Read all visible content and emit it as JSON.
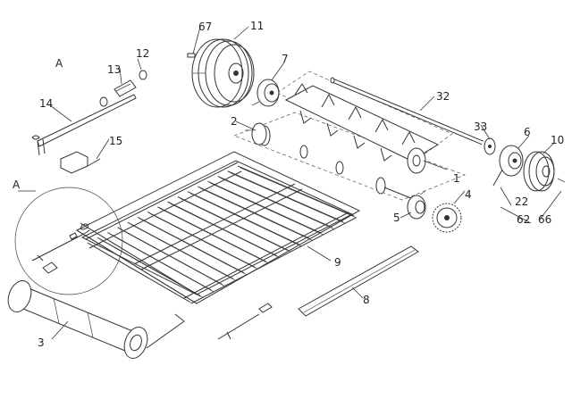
{
  "labels": {
    "a_top": "A",
    "a_circle": "A",
    "p1": "1",
    "p2": "2",
    "p3": "3",
    "p4": "4",
    "p5": "5",
    "p6": "6",
    "p7": "7",
    "p8": "8",
    "p9": "9",
    "p10": "10",
    "p11": "11",
    "p12": "12",
    "p13": "13",
    "p14": "14",
    "p15": "15",
    "p22": "22",
    "p32": "32",
    "p33": "33",
    "p62": "62",
    "p66": "66",
    "p67": "67"
  }
}
